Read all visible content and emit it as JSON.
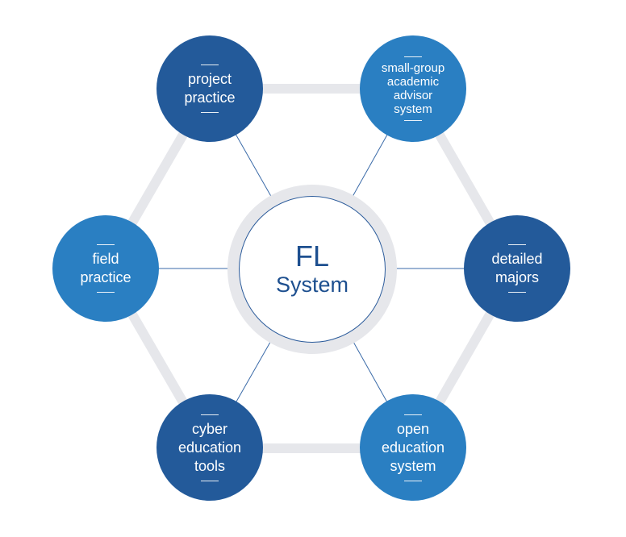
{
  "diagram": {
    "center": {
      "line1": "FL",
      "line2": "System"
    },
    "nodes": {
      "project_practice": {
        "label": "project\npractice"
      },
      "small_group": {
        "label": "small-group\nacademic\nadvisor\nsystem"
      },
      "detailed_majors": {
        "label": "detailed\nmajors"
      },
      "open_education": {
        "label": "open\neducation\nsystem"
      },
      "cyber_education": {
        "label": "cyber\neducation\ntools"
      },
      "field_practice": {
        "label": "field\npractice"
      }
    },
    "colors": {
      "dark_blue": "#235a9a",
      "light_blue": "#2a7fc2",
      "ring_gray": "#e6e7eb",
      "connector": "#3a6aa8"
    }
  }
}
